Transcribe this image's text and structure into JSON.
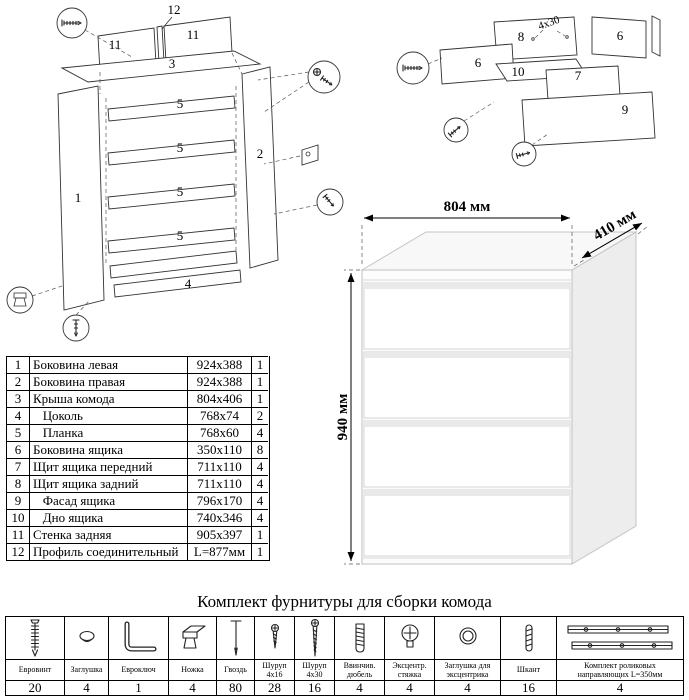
{
  "parts_table": {
    "rows": [
      {
        "num": "1",
        "name": "Боковина левая",
        "size": "924x388",
        "qty": "1"
      },
      {
        "num": "2",
        "name": "Боковина правая",
        "size": "924x388",
        "qty": "1"
      },
      {
        "num": "3",
        "name": "Крыша комода",
        "size": "804x406",
        "qty": "1"
      },
      {
        "num": "4",
        "name": "   Цоколь",
        "size": "768x74",
        "qty": "2"
      },
      {
        "num": "5",
        "name": "   Планка",
        "size": "768x60",
        "qty": "4"
      },
      {
        "num": "6",
        "name": "Боковина ящика",
        "size": "350x110",
        "qty": "8"
      },
      {
        "num": "7",
        "name": "Щит ящика передний",
        "size": "711x110",
        "qty": "4"
      },
      {
        "num": "8",
        "name": "Щит ящика задний",
        "size": "711x110",
        "qty": "4"
      },
      {
        "num": "9",
        "name": "   Фасад ящика",
        "size": "796x170",
        "qty": "4"
      },
      {
        "num": "10",
        "name": "   Дно ящика",
        "size": "740x346",
        "qty": "4"
      },
      {
        "num": "11",
        "name": "Стенка задняя",
        "size": "905x397",
        "qty": "1"
      },
      {
        "num": "12",
        "name": "Профиль соединительный",
        "size": "L=877мм",
        "qty": "1"
      }
    ]
  },
  "hardware": {
    "title": "Комплект фурнитуры для сборки комода",
    "items": [
      {
        "name": "Евровинт",
        "qty": "20",
        "icon": "euroscrew-icon"
      },
      {
        "name": "Заглушка",
        "qty": "4",
        "icon": "cap-icon"
      },
      {
        "name": "Евроключ",
        "qty": "1",
        "icon": "hex-key-icon"
      },
      {
        "name": "Ножка",
        "qty": "4",
        "icon": "leg-icon"
      },
      {
        "name": "Гвоздь",
        "qty": "80",
        "icon": "nail-icon"
      },
      {
        "name": "Шуруп 4x16",
        "qty": "28",
        "icon": "screw-short-icon"
      },
      {
        "name": "Шуруп 4x30",
        "qty": "16",
        "icon": "screw-long-icon"
      },
      {
        "name": "Ввинчив. дюбель",
        "qty": "4",
        "icon": "threaded-dowel-icon"
      },
      {
        "name": "Эксцентр. стяжка",
        "qty": "4",
        "icon": "cam-lock-icon"
      },
      {
        "name": "Заглушка для эксцентрика",
        "qty": "4",
        "icon": "cam-cap-icon"
      },
      {
        "name": "Шкант",
        "qty": "16",
        "icon": "wood-dowel-icon"
      },
      {
        "name": "Комплект роликовых направляющих L=350мм",
        "qty": "4",
        "icon": "drawer-slides-icon"
      }
    ]
  },
  "dresser": {
    "width_label": "804 мм",
    "depth_label": "410 мм",
    "height_label": "940 мм"
  },
  "exploded_main": {
    "labels": [
      "12",
      "11",
      "11",
      "3",
      "5",
      "5",
      "5",
      "5",
      "2",
      "4",
      "1"
    ]
  },
  "exploded_drawer": {
    "labels": [
      "8",
      "6",
      "6",
      "7",
      "10",
      "9",
      "4x30"
    ]
  }
}
